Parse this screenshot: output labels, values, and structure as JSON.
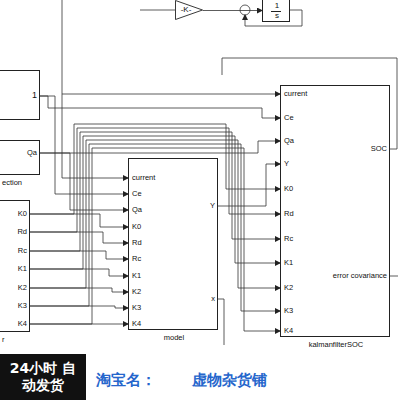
{
  "diagram": {
    "nodes": [
      {
        "text": [
          "-K-"
        ]
      },
      {
        "text": [
          "1",
          "s"
        ]
      },
      {
        "text": [
          "1"
        ]
      },
      {
        "text": [
          "Qa",
          "ection"
        ]
      },
      {
        "text": [
          "K0",
          "Rd",
          "Rc",
          "K1",
          "K2",
          "K3",
          "K4",
          "r"
        ]
      },
      {
        "text": [
          "current",
          "Ce",
          "Qa",
          "K0",
          "Rd",
          "Rc",
          "K1",
          "K2",
          "K3",
          "K4",
          "Y",
          "x",
          "model"
        ]
      },
      {
        "text": [
          "current",
          "Ce",
          "Qa",
          "Y",
          "K0",
          "Rd",
          "Rc",
          "K1",
          "K2",
          "K3",
          "K4",
          "SOC",
          "error covariance",
          "kalmanfilterSOC"
        ]
      },
      {
        "text": [
          "24小时 自动发货"
        ]
      }
    ],
    "edges": [
      {
        "from": 0,
        "to": 1,
        "arrow": "to"
      },
      {
        "from": 2,
        "to": 5,
        "arrow": "to"
      },
      {
        "from": 2,
        "to": 6,
        "arrow": "to"
      },
      {
        "from": 3,
        "to": 5,
        "arrow": "to"
      },
      {
        "from": 3,
        "to": 6,
        "arrow": "to"
      },
      {
        "from": 4,
        "to": 5,
        "arrow": "to"
      },
      {
        "from": 4,
        "to": 5,
        "arrow": "to"
      },
      {
        "from": 4,
        "to": 5,
        "arrow": "to"
      },
      {
        "from": 4,
        "to": 5,
        "arrow": "to"
      },
      {
        "from": 4,
        "to": 5,
        "arrow": "to"
      },
      {
        "from": 4,
        "to": 5,
        "arrow": "to"
      },
      {
        "from": 4,
        "to": 5,
        "arrow": "to"
      },
      {
        "from": 4,
        "to": 6,
        "arrow": "to"
      },
      {
        "from": 4,
        "to": 6,
        "arrow": "to"
      },
      {
        "from": 4,
        "to": 6,
        "arrow": "to"
      },
      {
        "from": 4,
        "to": 6,
        "arrow": "to"
      },
      {
        "from": 4,
        "to": 6,
        "arrow": "to"
      },
      {
        "from": 4,
        "to": 6,
        "arrow": "to"
      },
      {
        "from": 4,
        "to": 6,
        "arrow": "to"
      },
      {
        "from": 5,
        "to": 6,
        "arrow": "to"
      }
    ],
    "labels": [
      "淘宝名：",
      "虚物杂货铺"
    ]
  }
}
